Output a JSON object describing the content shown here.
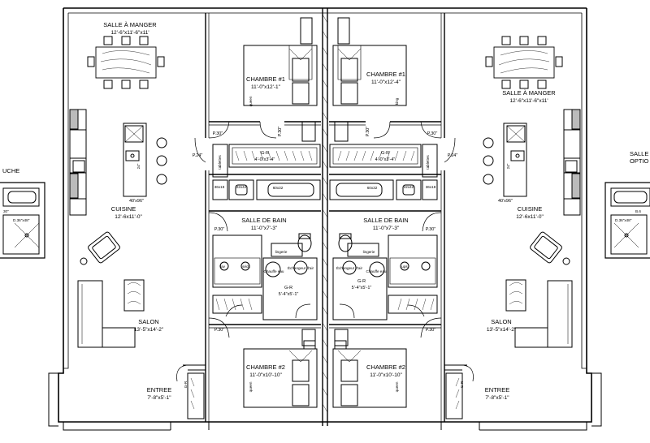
{
  "plan": {
    "rooms": {
      "salle_a_manger": {
        "name": "SALLE À MANGER",
        "dims": "12'-6\"x11'-6\"x11'",
        "dims_right": "12'-6\"x11'-6\"x11'"
      },
      "chambre1": {
        "name": "CHAMBRE #1",
        "dims": "11'-0\"x12'-1\"",
        "dims_right": "11'-0\"x12'-4\""
      },
      "cuisine": {
        "name": "CUISINE",
        "dims": "12'-6x11'-0\"",
        "dims_right": "12'-6x11'-0\""
      },
      "gr_bedroom": {
        "name": "G-R",
        "dims": "4'-0\"x3'-4\"",
        "dims_right": "4'-0\"x3'-4\""
      },
      "salle_de_bain": {
        "name": "SALLE DE BAIN",
        "dims": "11'-0\"x7'-3\"",
        "dims_right": "11'-0\"x7'-3\""
      },
      "gr_center": {
        "name": "G-R",
        "dims": "5'-4\"x5'-1\"",
        "dims_right": "5'-4\"x5'-1\""
      },
      "salon": {
        "name": "SALON",
        "dims": "13'-5\"x14'-2\"",
        "dims_right": "13'-5\"x14'-2\""
      },
      "chambre2": {
        "name": "CHAMBRE #2",
        "dims": "11'-0\"x10'-10\"",
        "dims_right": "11'-0\"x10'-10\""
      },
      "entree": {
        "name": "ENTREE",
        "dims": "7'-8\"x5'-1\"",
        "dims_right": "7'-8\"x5'-1\""
      }
    },
    "edge_labels": {
      "left_top": "UCHE",
      "right_top_1": "SALLE",
      "right_top_2": "OPTIO",
      "left_shower": "D.36\"x48\"",
      "right_shower": "D.36\"x48\"",
      "left_tub": "30\"",
      "right_tub": "B.6"
    },
    "annotations": {
      "p30": "P.30\"",
      "p24": "P.24\"",
      "lingerie": "lingerie",
      "tablettes": "tablettes",
      "island": "40'x96\"",
      "counter24": "24\"",
      "vanity_a": "36x18",
      "vanity_b": "22x42",
      "vanity_c": "60x32",
      "bed_label": "queen",
      "bed_label_1": "king",
      "gr_small": "G-R",
      "chauffe_eau": "Chauffe eau",
      "echangeur": "Échangeur d'air",
      "lav": "lav",
      "sech": "séch",
      "ups": "ups"
    }
  }
}
